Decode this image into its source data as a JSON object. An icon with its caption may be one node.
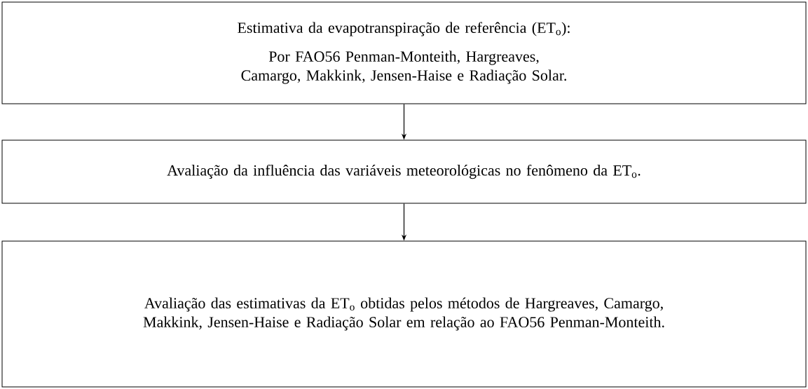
{
  "diagram": {
    "nodes": [
      {
        "text": [
          "Estimativa da evapotranspiração de referência (ET$_{o}$):",
          "Por FAO56 Penman-Monteith, Hargreaves, Camargo, Makkink, Jensen-Haise e Radiação Solar."
        ]
      },
      {
        "text": [
          "Avaliação da influência das variáveis meteorológicas no fenômeno da ET$_{o}$."
        ]
      },
      {
        "text": [
          "Avaliação das estimativas da ET$_{o}$ obtidas pelos métodos de Hargreaves, Camargo, Makkink, Jensen-Haise e Radiação Solar em relação ao FAO56 Penman-Monteith."
        ]
      }
    ],
    "edges": [
      {
        "from": 0,
        "to": 1,
        "arrow": "to"
      },
      {
        "from": 1,
        "to": 2,
        "arrow": "to"
      }
    ]
  }
}
